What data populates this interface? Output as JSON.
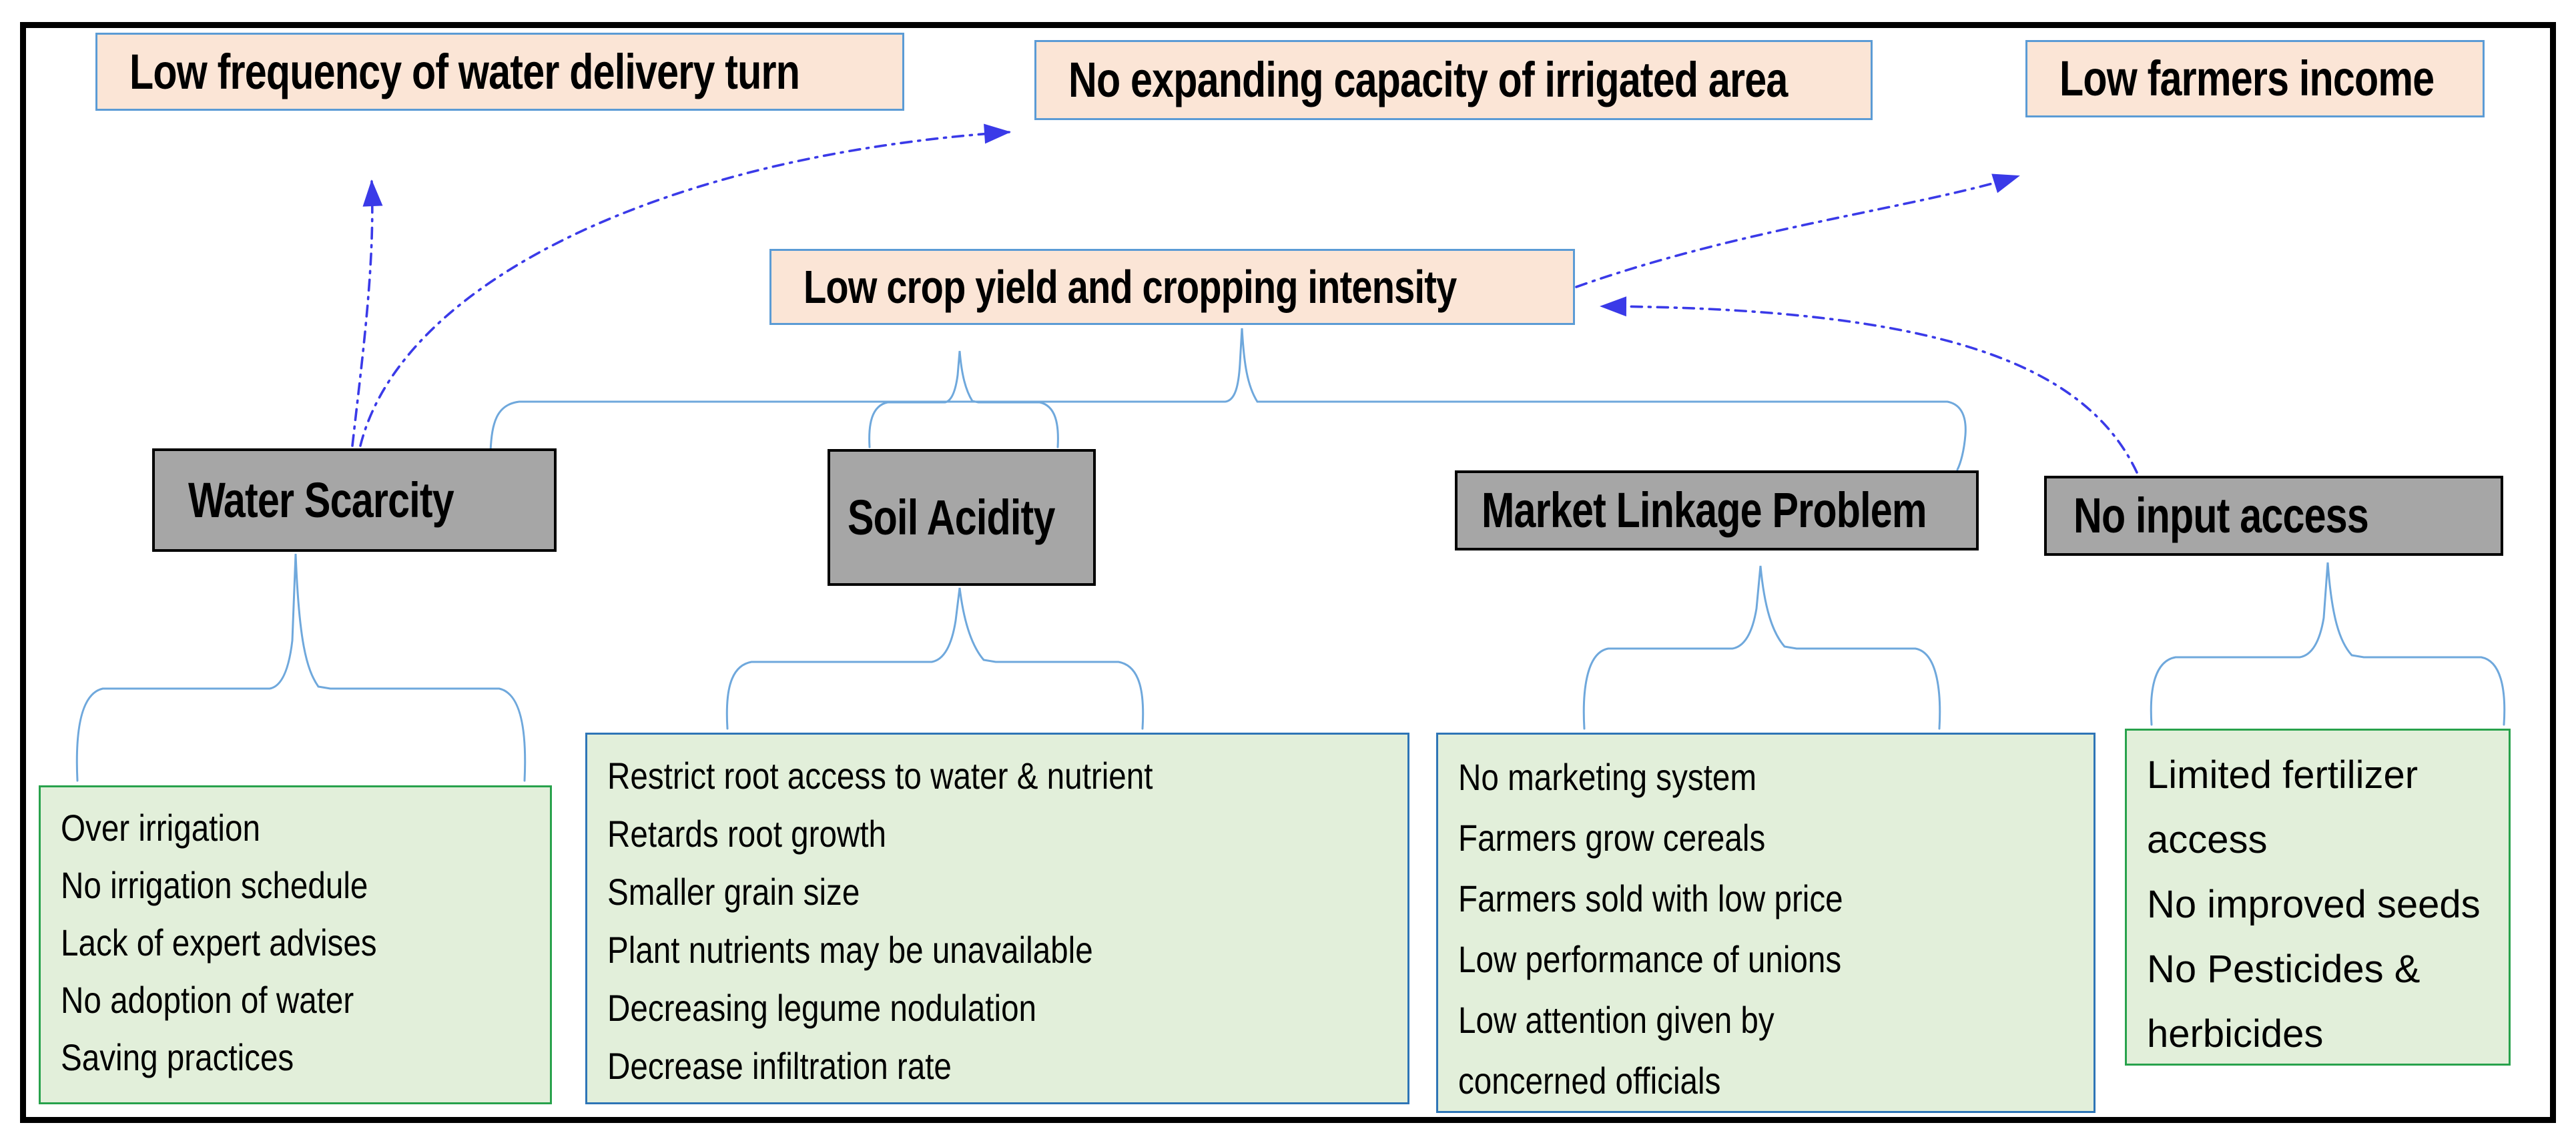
{
  "colors": {
    "peach-fill": "#FBE5D6",
    "peach-border": "#5B9BD5",
    "gray-fill": "#A6A6A6",
    "gray-border": "#000000",
    "green-fill": "#E2EFDA",
    "green-border": "#28A24C",
    "blue-border": "#2E75B6",
    "brace-blue": "#6FA8DC",
    "arrow-blue": "#3A3AE8",
    "frame-black": "#000000",
    "text-black": "#000000"
  },
  "diagram": {
    "effects": [
      {
        "label": "Low frequency of water delivery turn"
      },
      {
        "label": "No expanding capacity of irrigated area"
      },
      {
        "label": "Low farmers income"
      }
    ],
    "central_problem": {
      "label": "Low crop yield and cropping intensity"
    },
    "causes": [
      {
        "label": "Water Scarcity"
      },
      {
        "label": "Soil Acidity"
      },
      {
        "label": "Market Linkage Problem"
      },
      {
        "label": "No input access"
      }
    ],
    "cause_details": [
      {
        "lines": [
          "Over irrigation",
          "No irrigation schedule",
          "Lack of expert advises",
          "No adoption of water",
          "Saving practices"
        ]
      },
      {
        "lines": [
          "Restrict root access to water & nutrient",
          "Retards root growth",
          "Smaller grain size",
          "Plant nutrients may be unavailable",
          "Decreasing legume nodulation",
          "Decrease infiltration rate"
        ]
      },
      {
        "lines": [
          "No marketing system",
          "Farmers grow cereals",
          " Farmers sold with low price",
          "Low performance of unions",
          "Low attention given by",
          "concerned officials"
        ]
      },
      {
        "lines": [
          "Limited fertilizer",
          "access",
          "No improved seeds",
          "No Pesticides &",
          "herbicides"
        ]
      }
    ]
  }
}
